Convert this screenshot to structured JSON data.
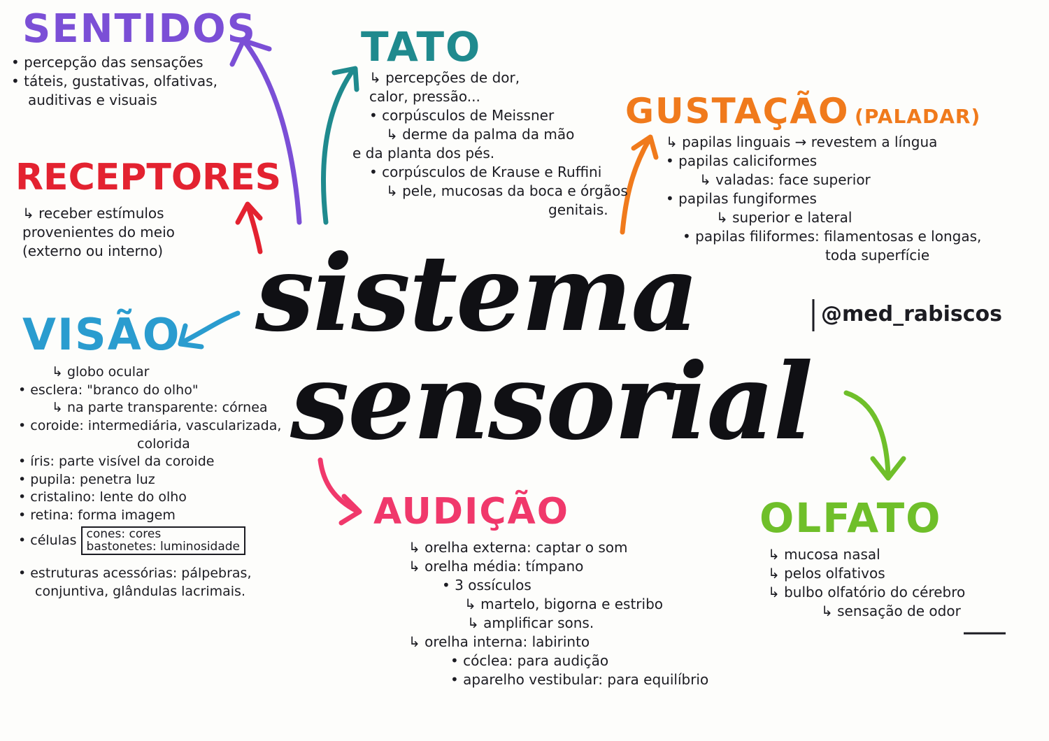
{
  "title": {
    "line1": "sistema",
    "line2": "sensorial"
  },
  "handle": "@med_rabiscos",
  "colors": {
    "sentidos": "#7b4fd6",
    "tato": "#1f8a8e",
    "gustacao": "#f07a1c",
    "receptores": "#e32230",
    "visao": "#2a9ccf",
    "audicao": "#f0386b",
    "olfato": "#6fbf2a",
    "ink": "#1c1c22"
  },
  "sentidos": {
    "title": "SENTIDOS",
    "lines": [
      "• percepção das sensações",
      "• táteis, gustativas, olfativas,",
      "auditivas e visuais"
    ]
  },
  "tato": {
    "title": "TATO",
    "lines": [
      "↳ percepções de dor,",
      "calor, pressão...",
      "• corpúsculos de Meissner",
      "↳ derme da palma da mão",
      "e da planta dos pés.",
      "• corpúsculos de Krause e Ruffini",
      "↳ pele, mucosas da boca e órgãos",
      "genitais."
    ]
  },
  "gustacao": {
    "title": "GUSTAÇÃO",
    "subtitle": "(PALADAR)",
    "lines": [
      "↳ papilas linguais → revestem a língua",
      "• papilas caliciformes",
      "↳ valadas: face superior",
      "• papilas fungiformes",
      "↳ superior e lateral",
      "• papilas filiformes: filamentosas e longas,",
      "toda superfície"
    ]
  },
  "receptores": {
    "title": "RECEPTORES",
    "lines": [
      "↳ receber estímulos",
      "provenientes do meio",
      "(externo ou interno)"
    ]
  },
  "visao": {
    "title": "VISÃO",
    "lines": [
      "↳ globo ocular",
      "• esclera: \"branco do olho\"",
      "↳ na parte transparente: córnea",
      "• coroide: intermediária, vascularizada,",
      "colorida",
      "• íris: parte visível da coroide",
      "• pupila: penetra luz",
      "• cristalino: lente do olho",
      "• retina: forma imagem",
      "• células",
      "cones: cores",
      "bastonetes: luminosidade",
      "• estruturas acessórias: pálpebras,",
      "conjuntiva, glândulas lacrimais."
    ]
  },
  "audicao": {
    "title": "AUDIÇÃO",
    "lines": [
      "↳ orelha externa: captar o som",
      "↳ orelha média: tímpano",
      "• 3 ossículos",
      "↳ martelo, bigorna e estribo",
      "↳ amplificar sons.",
      "↳ orelha interna: labirinto",
      "• cóclea: para audição",
      "• aparelho vestibular: para equilíbrio"
    ]
  },
  "olfato": {
    "title": "OLFATO",
    "lines": [
      "↳ mucosa nasal",
      "↳ pelos olfativos",
      "↳ bulbo olfatório do cérebro",
      "↳ sensação de odor"
    ]
  }
}
